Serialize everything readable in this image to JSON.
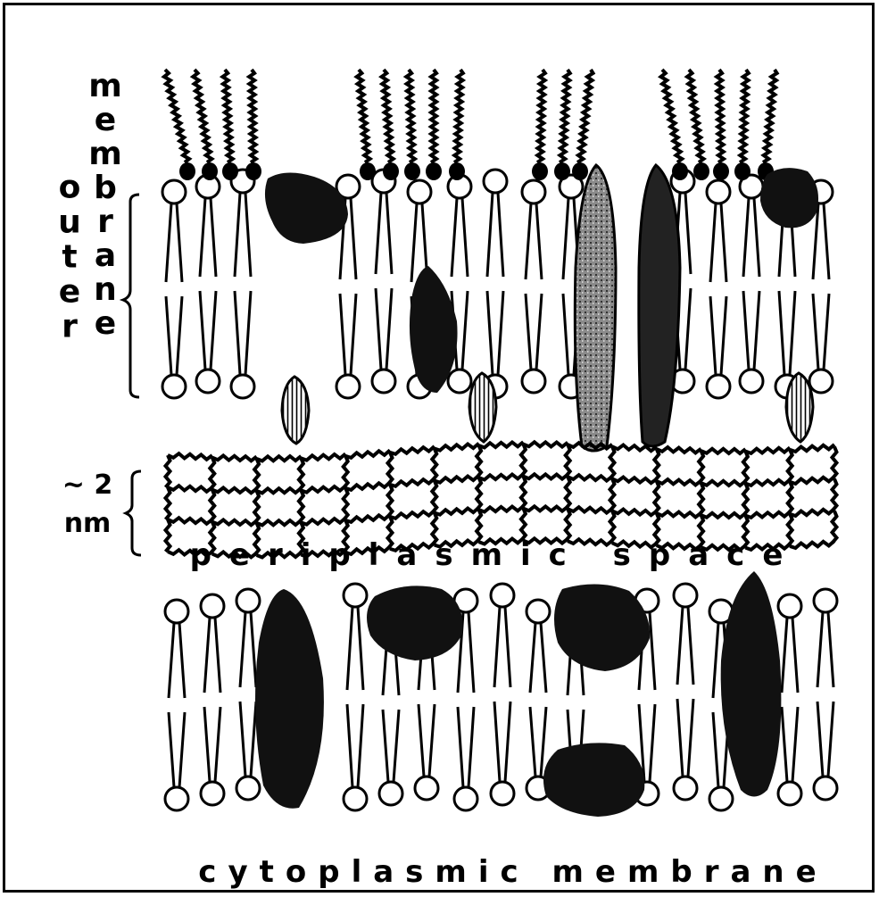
{
  "labels": {
    "outer": "outer",
    "membrane_vertical": "membrane",
    "thickness_top": "~ 2",
    "thickness_unit": "nm",
    "periplasmic": "periplasmic space",
    "cytoplasmic": "cytoplasmic membrane"
  },
  "colors": {
    "ink": "#000000",
    "background": "#ffffff",
    "protein_dark": "#111111",
    "protein_gray": "#7a7a7a"
  }
}
